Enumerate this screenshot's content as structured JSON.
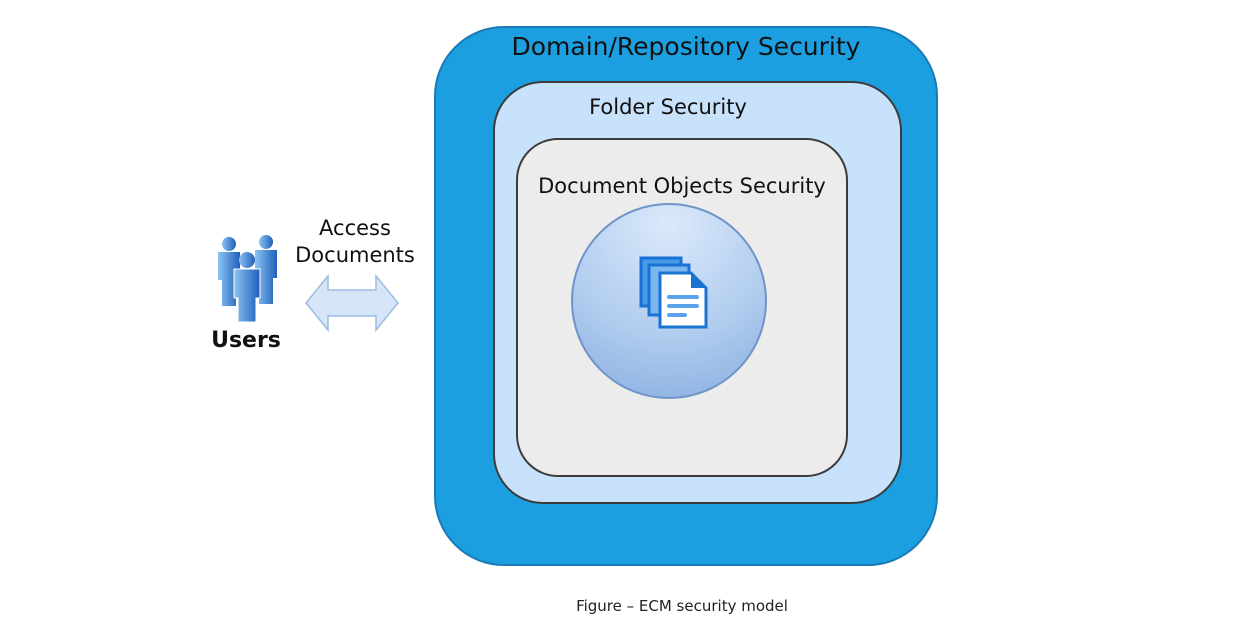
{
  "diagram": {
    "title": "ECM security model",
    "layers": {
      "outer": {
        "label": "Domain/Repository Security",
        "fill": "#1b9fe0"
      },
      "middle": {
        "label": "Folder Security",
        "fill": "#c9e2fb"
      },
      "inner": {
        "label": "Document Objects Security",
        "fill": "#ececec"
      }
    },
    "center_icon": "documents-icon",
    "actor": {
      "label": "Users",
      "icon": "users-icon"
    },
    "connector": {
      "label_line1": "Access",
      "label_line2": "Documents",
      "icon": "double-arrow-icon"
    },
    "caption": "Figure – ECM security model"
  }
}
